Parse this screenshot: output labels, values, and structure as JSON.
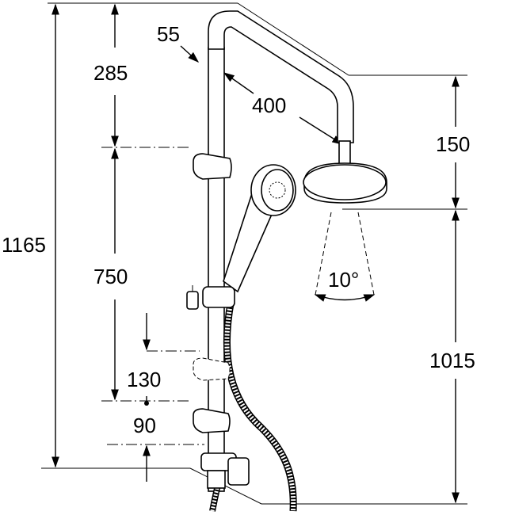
{
  "labels": {
    "overall_height": "1165",
    "top_segment": "285",
    "pipe_diameter": "55",
    "arm_length": "400",
    "head_height": "150",
    "slider_range": "750",
    "head_to_floor": "1015",
    "adjust_range": "130",
    "bottom_offset": "90",
    "spray_angle": "10°"
  }
}
